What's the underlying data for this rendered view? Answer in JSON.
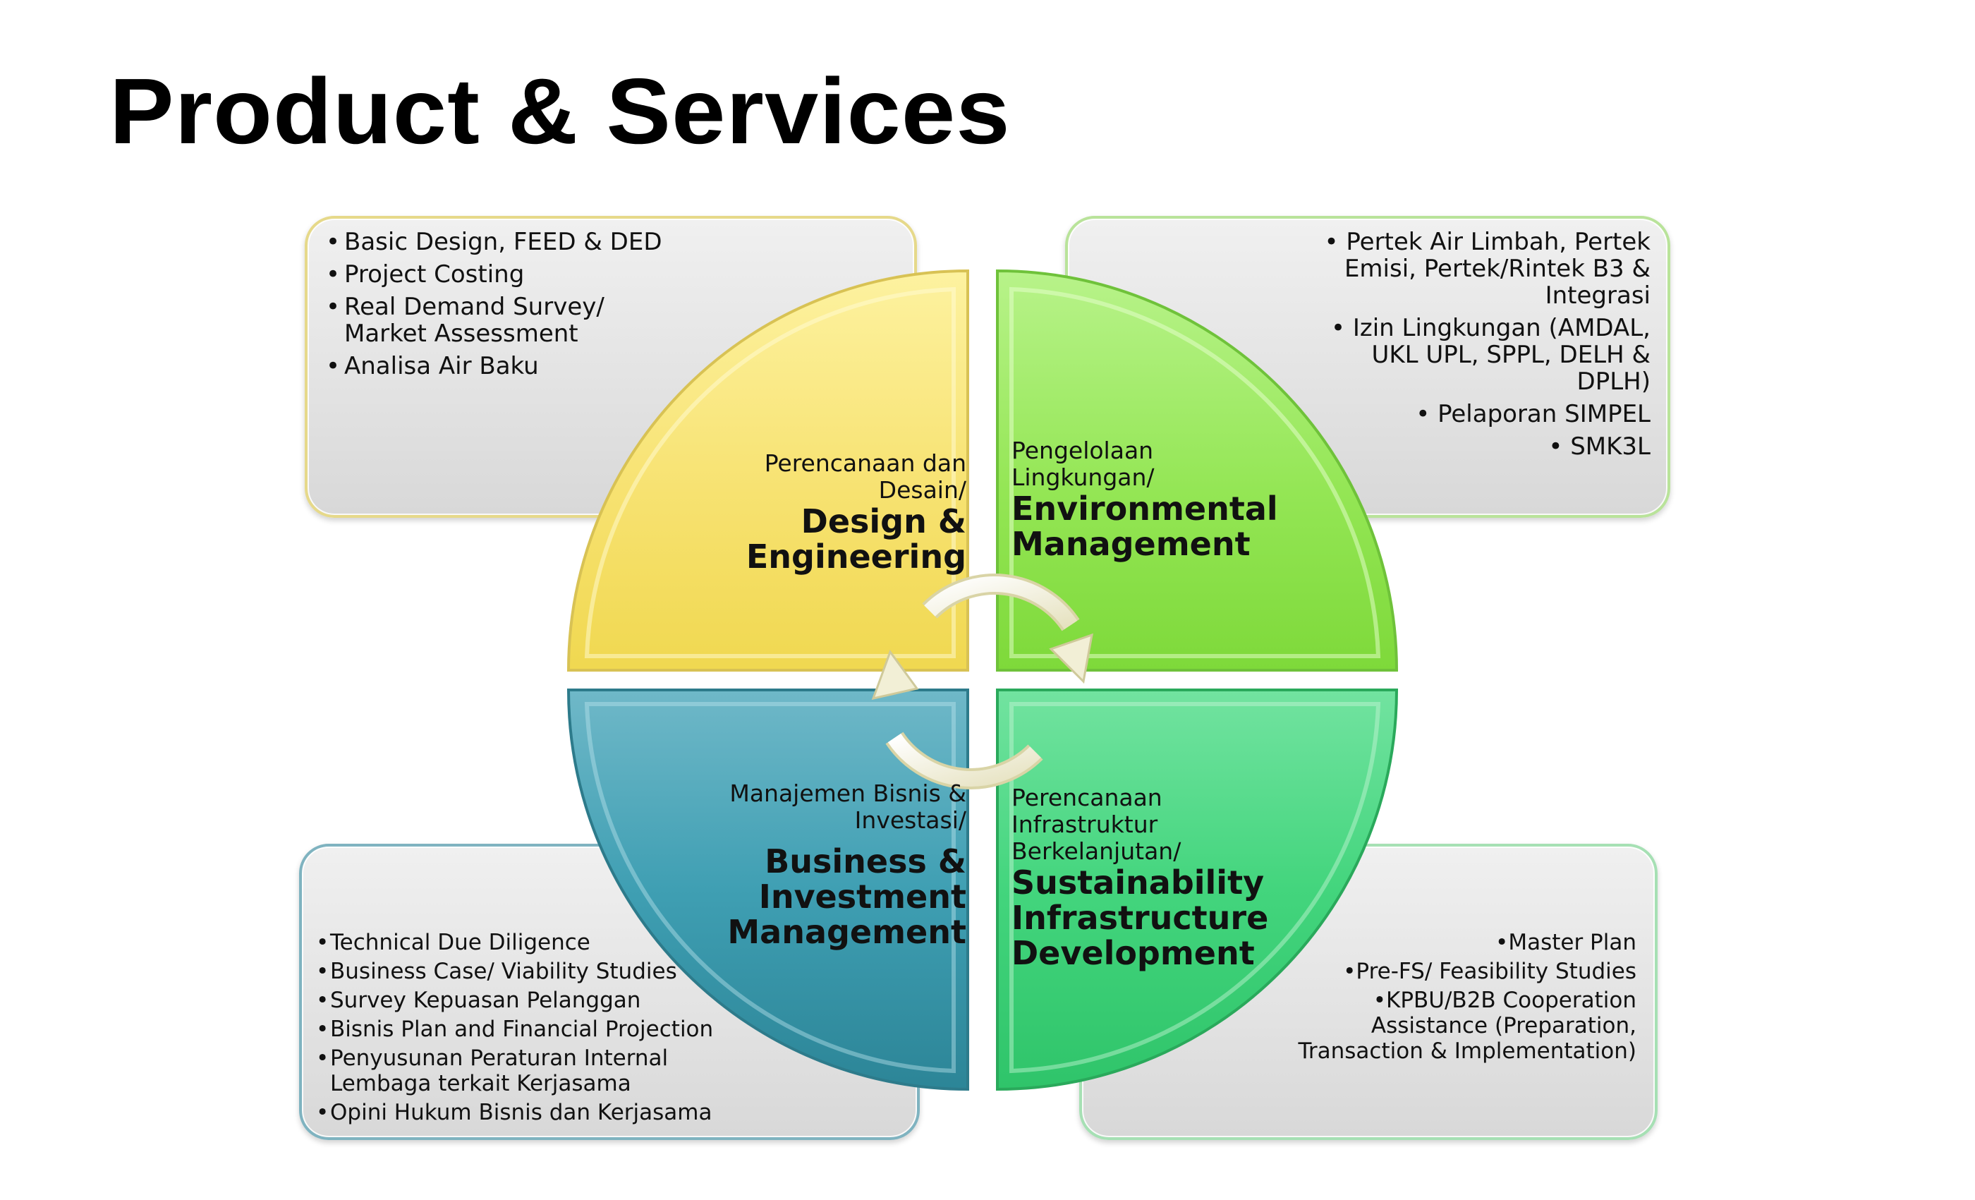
{
  "title": "Product & Services",
  "quadrants": {
    "design": {
      "label_small": "Perencanaan dan Desain/",
      "label_big_1": "Design &",
      "label_big_2": "Engineering",
      "color": "#f5e26a"
    },
    "environment": {
      "label_small_1": "Pengelolaan",
      "label_small_2": "Lingkungan/",
      "label_big_1": "Environmental",
      "label_big_2": "Management",
      "color": "#8fe04a"
    },
    "business": {
      "label_small_1": "Manajemen Bisnis &",
      "label_small_2": "Investasi/",
      "label_big_1": "Business &",
      "label_big_2": "Investment",
      "label_big_3": "Management",
      "color": "#3e9fb0"
    },
    "sustainability": {
      "label_small_1": "Perencanaan",
      "label_small_2": "Infrastruktur",
      "label_small_3": "Berkelanjutan/",
      "label_big_1": "Sustainability",
      "label_big_2": "Infrastructure",
      "label_big_3": "Development",
      "color": "#3fd67c"
    }
  },
  "lists": {
    "design": [
      "Basic Design, FEED & DED",
      "Project Costing",
      "Real Demand Survey/ Market Assessment",
      "Analisa Air Baku"
    ],
    "environment": [
      "Pertek Air Limbah, Pertek Emisi, Pertek/Rintek B3 & Integrasi",
      "Izin Lingkungan (AMDAL, UKL UPL, SPPL, DELH & DPLH)",
      "Pelaporan SIMPEL",
      "SMK3L"
    ],
    "business": [
      "Technical Due Diligence",
      "Business Case/ Viability Studies",
      "Survey Kepuasan Pelanggan",
      "Bisnis Plan and Financial Projection",
      "Penyusunan Peraturan Internal Lembaga terkait Kerjasama",
      "Opini Hukum Bisnis dan Kerjasama"
    ],
    "sustainability": [
      "Master Plan",
      "Pre-FS/ Feasibility Studies",
      "KPBU/B2B Cooperation Assistance (Preparation, Transaction & Implementation)"
    ]
  },
  "bullet": "•",
  "cycle_icon": "circular-arrows-icon"
}
